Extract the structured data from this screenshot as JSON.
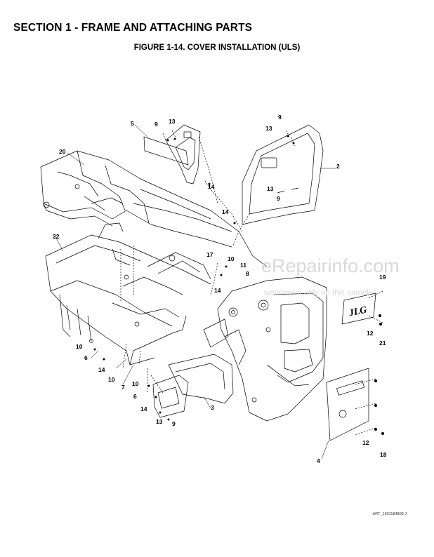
{
  "header": {
    "section_title": "SECTION 1 - FRAME AND ATTACHING PARTS",
    "figure_title": "FIGURE 1-14. COVER INSTALLATION (ULS)"
  },
  "callouts": {
    "c20": "20",
    "c5": "5",
    "c9a": "9",
    "c13a": "13",
    "c14a": "14",
    "c9b": "9",
    "c13b": "13",
    "c2": "2",
    "c13c": "13",
    "c9c": "9",
    "c14b": "14",
    "c22": "22",
    "c17": "17",
    "c10a": "10",
    "c11": "11",
    "c8": "8",
    "c14c": "14",
    "c19": "19",
    "c12a": "12",
    "c21": "21",
    "c10b": "10",
    "c6a": "6",
    "c14d": "14",
    "c10c": "10",
    "c7": "7",
    "c10d": "10",
    "c6b": "6",
    "c14e": "14",
    "c3": "3",
    "c13d": "13",
    "c9d": "9",
    "c12b": "12",
    "c18": "18",
    "c4": "4"
  },
  "logo_text": "JLG",
  "watermark": {
    "line1": "eRepairinfo.com",
    "line2": "watermark only on this sample"
  },
  "art_code": "ART_1601184809 J"
}
